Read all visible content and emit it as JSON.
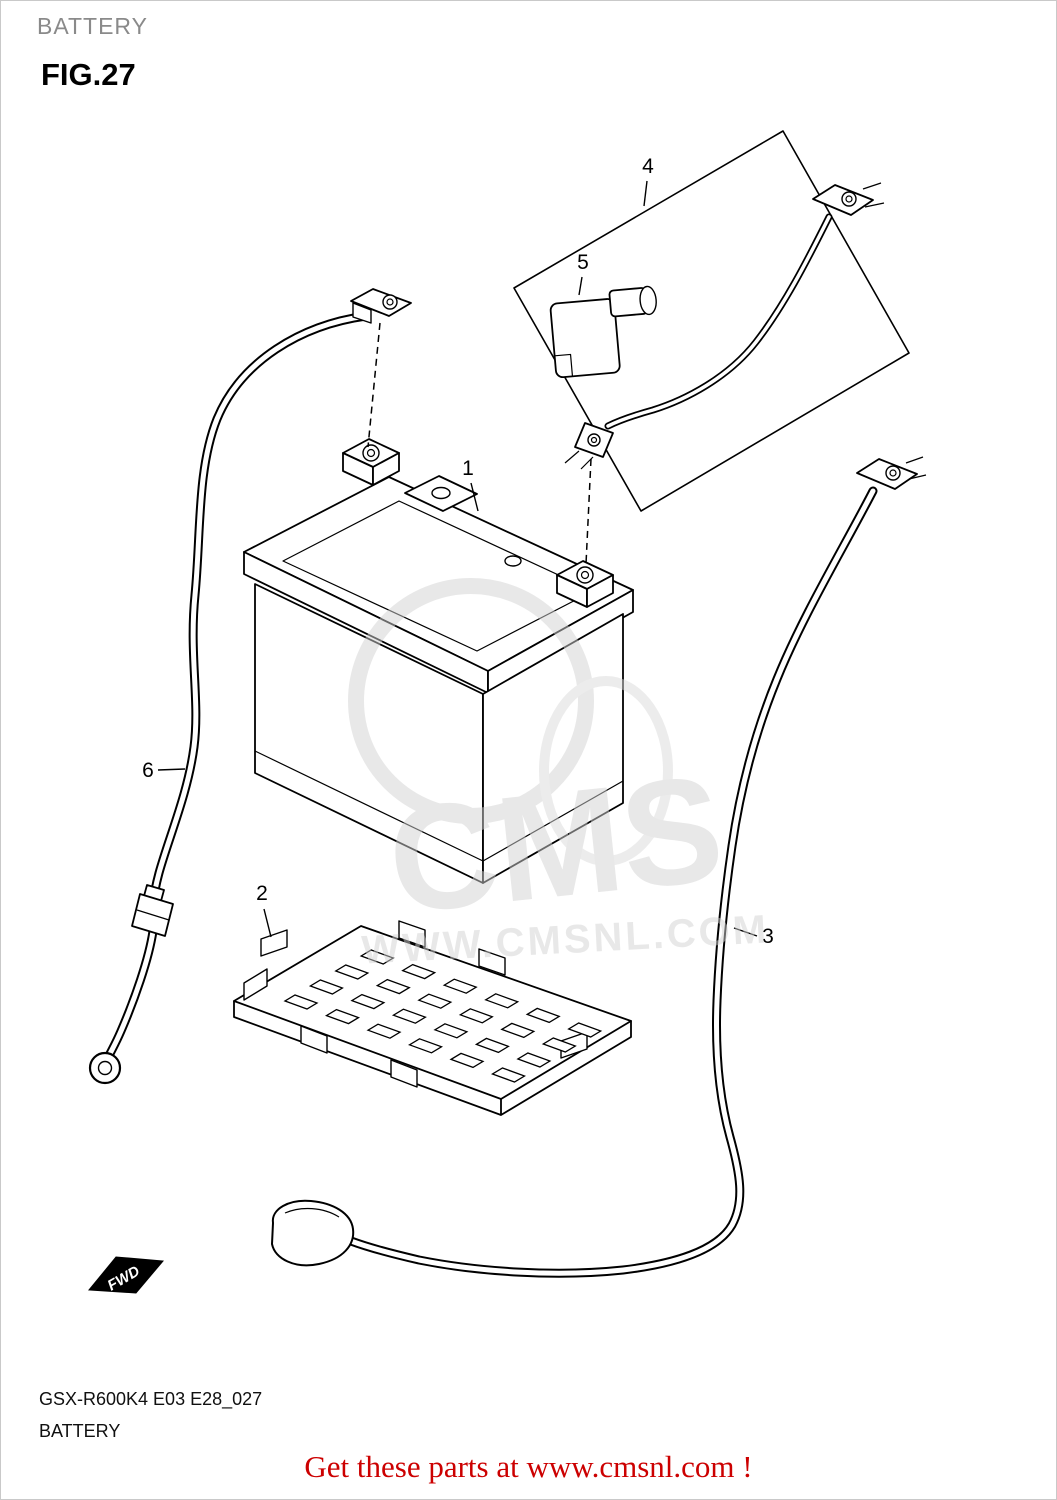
{
  "header": {
    "title": "BATTERY",
    "figure": "FIG.27"
  },
  "diagram": {
    "fwd_label": "FWD",
    "callouts": [
      {
        "num": "1"
      },
      {
        "num": "2"
      },
      {
        "num": "3"
      },
      {
        "num": "4"
      },
      {
        "num": "5"
      },
      {
        "num": "6"
      }
    ]
  },
  "watermark": {
    "brand": "CMS",
    "site": "WWW.CMSNL.COM"
  },
  "footer": {
    "code": "GSX-R600K4 E03 E28_027",
    "title": "BATTERY"
  },
  "promo": {
    "text": "Get these parts at www.cmsnl.com !",
    "color": "#cc0000"
  }
}
